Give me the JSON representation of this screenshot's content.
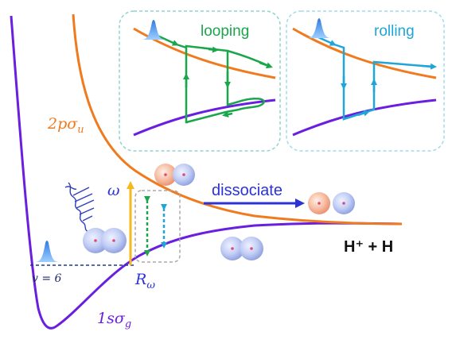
{
  "labels": {
    "upper_curve": "2pσ",
    "upper_curve_sub": "u",
    "lower_curve": "1sσ",
    "lower_curve_sub": "g",
    "vib_level": "v = 6",
    "omega": "ω",
    "r_label": "R",
    "r_label_sub": "ω",
    "dissociate": "dissociate",
    "products": "H⁺ + H",
    "inset_left_title": "looping",
    "inset_right_title": "rolling"
  },
  "colors": {
    "upper_curve": "#f07a1e",
    "lower_curve": "#6a1ee0",
    "looping": "#1aa64a",
    "rolling": "#1fa6d8",
    "photon": "#f5b820",
    "dissociate_arrow": "#2b33d6",
    "laser_pulse": "#2f3fb8",
    "inset_border": "#8fd3cf",
    "proton": "#f4b090",
    "atom": "#b9c7f0"
  },
  "icons": [
    "wavepacket-icon",
    "laser-pulse-icon",
    "molecule-icon",
    "atom-icon"
  ]
}
